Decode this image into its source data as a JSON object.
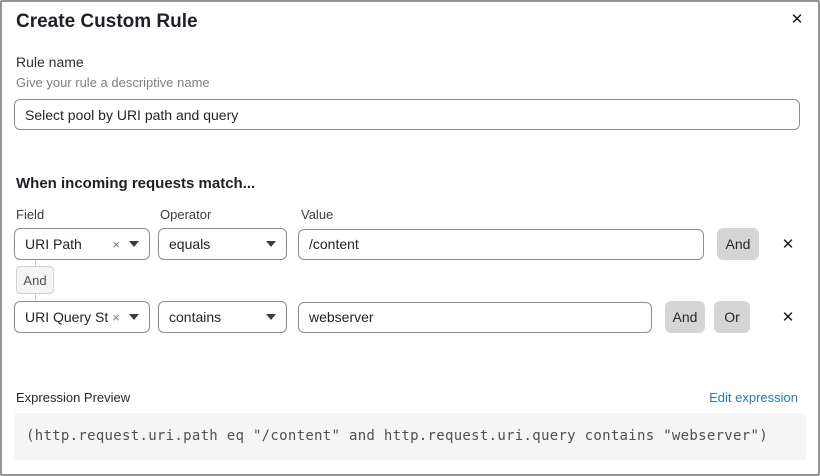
{
  "modal": {
    "title": "Create Custom Rule"
  },
  "icons": {
    "close": "✕",
    "remove": "✕",
    "clear": "×"
  },
  "rule_name": {
    "label": "Rule name",
    "hint": "Give your rule a descriptive name",
    "value": "Select pool by URI path and query"
  },
  "matcher": {
    "heading": "When incoming requests match...",
    "columns": {
      "field": "Field",
      "operator": "Operator",
      "value": "Value"
    },
    "connector_label": "And",
    "rows": [
      {
        "field": "URI Path",
        "operator": "equals",
        "value": "/content",
        "and_label": "And"
      },
      {
        "field": "URI Query St...",
        "operator": "contains",
        "value": "webserver",
        "and_label": "And",
        "or_label": "Or"
      }
    ]
  },
  "expression": {
    "label": "Expression Preview",
    "edit_link": "Edit expression",
    "code": "(http.request.uri.path eq \"/content\" and http.request.uri.query contains \"webserver\")"
  },
  "colors": {
    "link_blue": "#2c7cb4",
    "button_gray": "#d5d5d5",
    "code_background": "#f5f5f5",
    "input_border": "#8e8e8e"
  }
}
